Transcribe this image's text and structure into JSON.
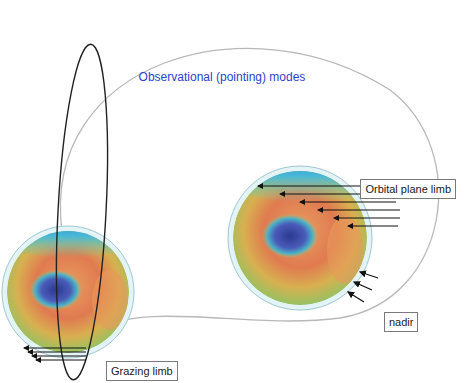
{
  "diagram": {
    "title": "Observational (pointing) modes",
    "nodes": [
      {
        "text": [
          "Orbital plane limb"
        ]
      },
      {
        "text": [
          "nadir"
        ]
      },
      {
        "text": [
          "Grazing limb"
        ]
      }
    ]
  }
}
